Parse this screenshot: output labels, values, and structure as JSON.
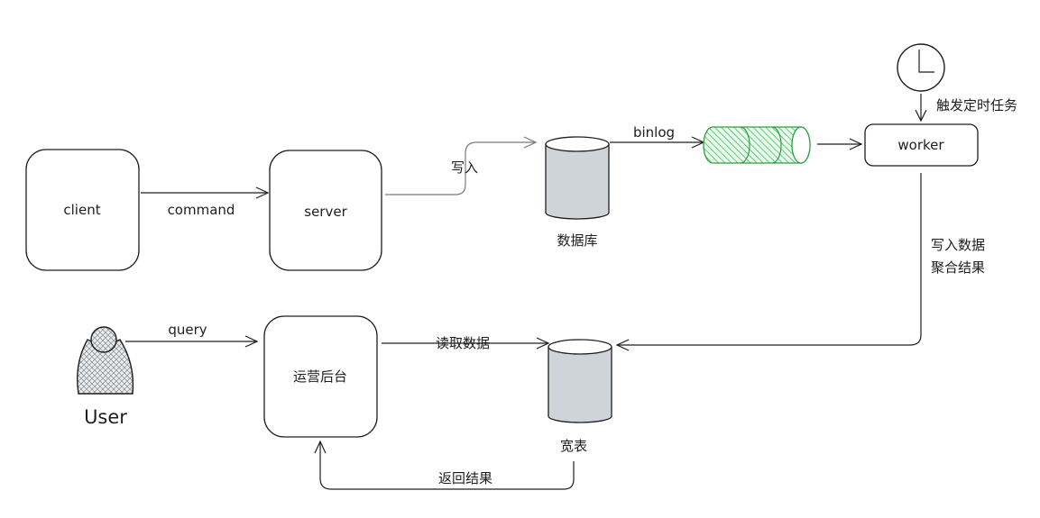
{
  "nodes": {
    "client": "client",
    "server": "server",
    "database": "数据库",
    "worker": "worker",
    "user": "User",
    "admin": "运营后台",
    "wide_table": "宽表"
  },
  "edges": {
    "command": "command",
    "write": "写入",
    "binlog": "binlog",
    "trigger": "触发定时任务",
    "aggregate_line1": "写入数据",
    "aggregate_line2": "聚合结果",
    "query": "query",
    "read": "读取数据",
    "return": "返回结果"
  },
  "colors": {
    "stroke": "#1e1e1e",
    "db_fill": "#ced4da",
    "queue_stroke": "#2f9e44",
    "queue_hatch": "#40c057",
    "user_hatch": "#8a8a8a"
  }
}
